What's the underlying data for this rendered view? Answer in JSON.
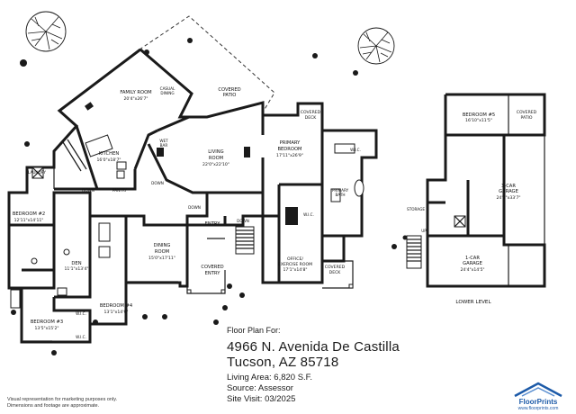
{
  "rooms": {
    "family_room": {
      "name": "FAMILY ROOM",
      "dim": "20'4\"x26'7\""
    },
    "casual_dining": {
      "name1": "CASUAL",
      "name2": "DINING"
    },
    "covered_patio_main": {
      "name1": "COVERED",
      "name2": "PATIO"
    },
    "covered_deck_top": {
      "name1": "COVERED",
      "name2": "DECK"
    },
    "kitchen": {
      "name": "KITCHEN",
      "dim": "16'0\"x18'7\""
    },
    "wet_bar": {
      "name1": "WET",
      "name2": "BAR"
    },
    "living_room": {
      "name1": "LIVING",
      "name2": "ROOM",
      "dim": "22'0\"x22'10\""
    },
    "primary_bedroom": {
      "name1": "PRIMARY",
      "name2": "BEDROOM",
      "dim": "17'11\"x26'9\""
    },
    "wic_primary": {
      "name": "W.I.C."
    },
    "laundry": {
      "name": "LAUNDRY"
    },
    "pantry": {
      "name": "PANTRY"
    },
    "primary_bath": {
      "name1": "PRIMARY",
      "name2": "BATH"
    },
    "bedroom2": {
      "name": "BEDROOM #2",
      "dim": "12'11\"x14'11\""
    },
    "den": {
      "name": "DEN",
      "dim": "11'1\"x13'4\""
    },
    "entry": {
      "name": "ENTRY"
    },
    "office": {
      "name1": "OFFICE/",
      "name2": "EXERCISE ROOM",
      "dim": "17'1\"x14'8\""
    },
    "wic_office": {
      "name": "W.I.C."
    },
    "dining_room": {
      "name1": "DINING",
      "name2": "ROOM",
      "dim": "15'0\"x17'11\""
    },
    "covered_entry": {
      "name1": "COVERED",
      "name2": "ENTRY"
    },
    "covered_deck_bottom": {
      "name1": "COVERED",
      "name2": "DECK"
    },
    "bedroom4": {
      "name": "BEDROOM #4",
      "dim": "13'1\"x14'9\""
    },
    "bedroom3": {
      "name": "BEDROOM #3",
      "dim": "13'5\"x15'2\""
    },
    "wic_b4": {
      "name": "W.I.C."
    },
    "wic_b3": {
      "name": "W.I.C."
    },
    "bedroom5": {
      "name": "BEDROOM #5",
      "dim": "16'10\"x11'5\""
    },
    "covered_patio_lower": {
      "name1": "COVERED",
      "name2": "PATIO"
    },
    "garage3": {
      "name1": "3-CAR",
      "name2": "GARAGE",
      "dim": "24'3\"x33'7\""
    },
    "storage": {
      "name": "STORAGE"
    },
    "garage1": {
      "name1": "1-CAR",
      "name2": "GARAGE",
      "dim": "24'4\"x14'5\""
    }
  },
  "stair_labels": {
    "down": "DOWN",
    "up": "UP"
  },
  "lower_level_label": "LOWER LEVEL",
  "info": {
    "header": "Floor Plan For:",
    "address_line1": "4966 N. Avenida De Castilla",
    "address_line2": "Tucson, AZ  85718",
    "living_area": "Living Area:  6,820 S.F.",
    "source": "Source:  Assessor",
    "site_visit": "Site Visit:  03/2025"
  },
  "disclaimer": {
    "line1": "Visual representation for marketing purposes only.",
    "line2": "Dimensions and footage are approximate."
  },
  "logo": {
    "name": "FloorPrints",
    "url": "www.floorprints.com"
  }
}
